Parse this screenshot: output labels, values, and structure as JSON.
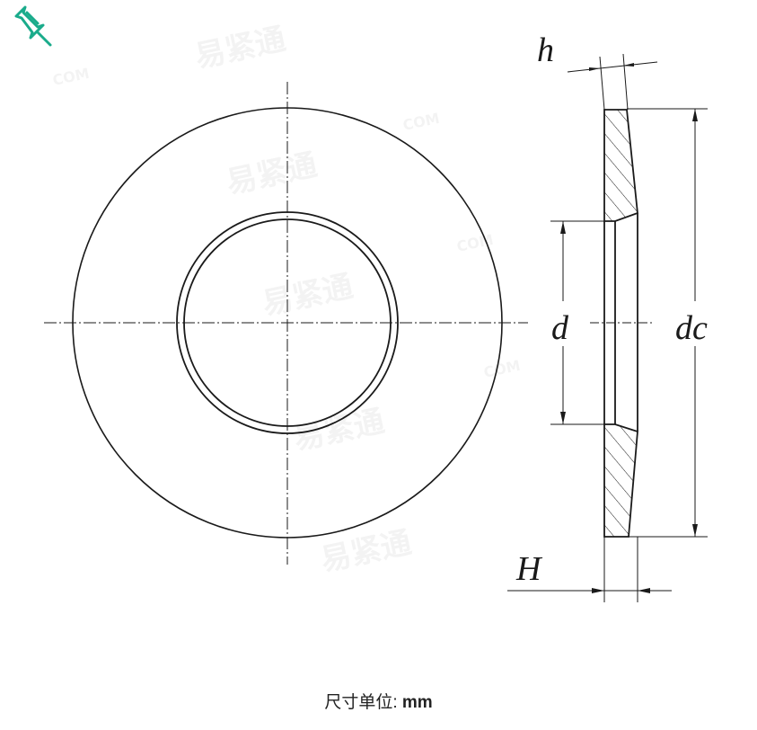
{
  "toolbar": {
    "pin_icon": "pushpin-icon",
    "pin_color": "#1aab8b"
  },
  "drawing": {
    "title": "Conical spring washer dimension drawing",
    "labels": {
      "h": "h",
      "d": "d",
      "dc": "dc",
      "H": "H"
    },
    "watermarks": [
      "易紧通",
      "COM",
      "易紧通",
      "COM",
      "易紧通",
      "COM",
      "易紧通",
      "COM",
      "易紧通"
    ],
    "line_color": "#1a1a1a"
  },
  "caption": {
    "prefix": "尺寸单位: ",
    "unit": "mm"
  }
}
